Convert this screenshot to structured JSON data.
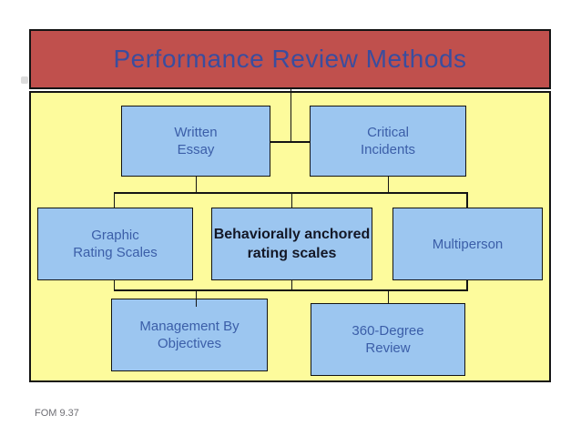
{
  "slide": {
    "title": "Performance Review Methods",
    "footer": "FOM 9.37"
  },
  "colors": {
    "page_bg": "#ffffff",
    "title_bar_fill": "#c0504d",
    "title_text": "#3a4d9e",
    "panel_fill": "#fdfb9c",
    "node_fill": "#9cc6f0",
    "node_border": "#141414",
    "node_text": "#3b5ea8",
    "emphasis_text": "#131726",
    "connector": "#141414",
    "footer_text": "#6f6f75"
  },
  "diagram": {
    "nodes": [
      {
        "id": "written-essay",
        "label": "Written\nEssay",
        "emphasis": false
      },
      {
        "id": "critical-incidents",
        "label": "Critical\nIncidents",
        "emphasis": false
      },
      {
        "id": "graphic-rating-scales",
        "label": "Graphic\nRating Scales",
        "emphasis": false
      },
      {
        "id": "behaviorally-anchored-rating-scales",
        "label": "Behaviorally anchored\nrating scales",
        "emphasis": true
      },
      {
        "id": "multiperson",
        "label": "Multiperson",
        "emphasis": false
      },
      {
        "id": "management-by-objectives",
        "label": "Management By\nObjectives",
        "emphasis": false
      },
      {
        "id": "360-degree-review",
        "label": "360-Degree\nReview",
        "emphasis": false
      }
    ],
    "edges": [
      {
        "from": "performance-review-methods",
        "to": "written-essay"
      },
      {
        "from": "performance-review-methods",
        "to": "critical-incidents"
      },
      {
        "from": "row-1-bus",
        "to": "graphic-rating-scales"
      },
      {
        "from": "row-1-bus",
        "to": "behaviorally-anchored-rating-scales"
      },
      {
        "from": "row-1-bus",
        "to": "multiperson"
      },
      {
        "from": "row-2-bus",
        "to": "management-by-objectives"
      },
      {
        "from": "row-2-bus",
        "to": "360-degree-review"
      }
    ]
  }
}
